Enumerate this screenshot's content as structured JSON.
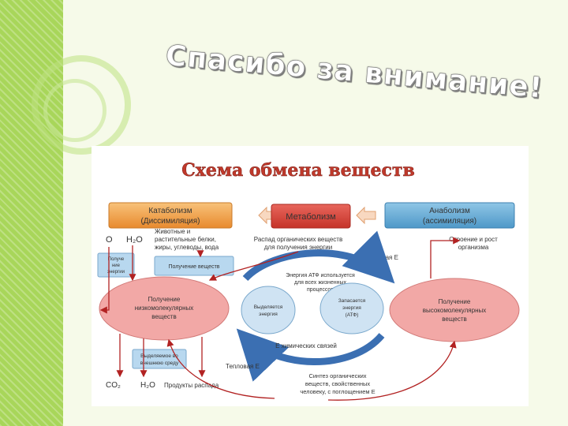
{
  "slide": {
    "title": "Спасибо за внимание!"
  },
  "diagram": {
    "heading": "Схема обмена веществ",
    "catabolism": [
      "Катаболизм",
      "(Диссимиляция)"
    ],
    "metabolism": "Метаболизм",
    "anabolism": [
      "Анаболизм",
      "(ассимиляция)"
    ],
    "o2": "O",
    "h2o_top": "H₂O",
    "food": [
      "Животные и",
      "растительные белки,",
      "жиры, углеводы, вода"
    ],
    "breakdown": [
      "Распад органических веществ",
      "для получения энергии"
    ],
    "growth": [
      "Строение и рост",
      "организма"
    ],
    "box_small_left": [
      "Получе",
      "ние",
      "энергии"
    ],
    "box_mid_left": "Получение веществ",
    "heat_top": "Тепловая Е",
    "atp_use": [
      "Энергия АТФ используется",
      "для всех жизненных",
      "процессов"
    ],
    "left_ellipse": [
      "Получение",
      "низкомолекулярных",
      "веществ"
    ],
    "release": [
      "Выделяется",
      "энергия"
    ],
    "atp_store": [
      "Запасается",
      "энергия",
      "(АТФ)"
    ],
    "right_ellipse": [
      "Получение",
      "высокомолекулярных",
      "веществ"
    ],
    "chem_bonds": "Е химических связей",
    "excretion": [
      "Выделяемое во",
      "внешнюю среду"
    ],
    "heat_bottom": "Тепловая Е",
    "synthesis": [
      "Синтез органических",
      "веществ, свойственных",
      "человеку, с поглощением Е"
    ],
    "co2": "CO₂",
    "h2o_bottom": "H₂O",
    "products": "Продукты распада"
  },
  "colors": {
    "background": "#eef6dc",
    "side_strip": "#a8d65a",
    "catabolism": "#f2a04a",
    "metabolism": "#d9453c",
    "anabolism": "#6ab0d8",
    "ellipse": "#f2a8a6",
    "cycle": "#3b6fb2",
    "small_box": "#b8d8ef",
    "arrow_red": "#b22222"
  }
}
